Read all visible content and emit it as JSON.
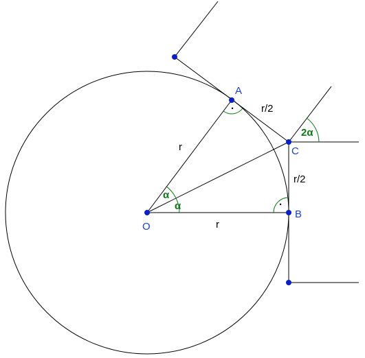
{
  "colors": {
    "line": "#000000",
    "point": "#0a1fcc",
    "point_label": "#1a3fd6",
    "angle": "#0a7a14"
  },
  "points": {
    "O": "O",
    "A": "A",
    "B": "B",
    "C": "C"
  },
  "lengths": {
    "OA": "r",
    "OB": "r",
    "AC": "r/2",
    "CB": "r/2"
  },
  "angles": {
    "alpha_upper": "α",
    "alpha_lower": "α",
    "double_alpha": "2α",
    "right_angle_mark": "·"
  }
}
